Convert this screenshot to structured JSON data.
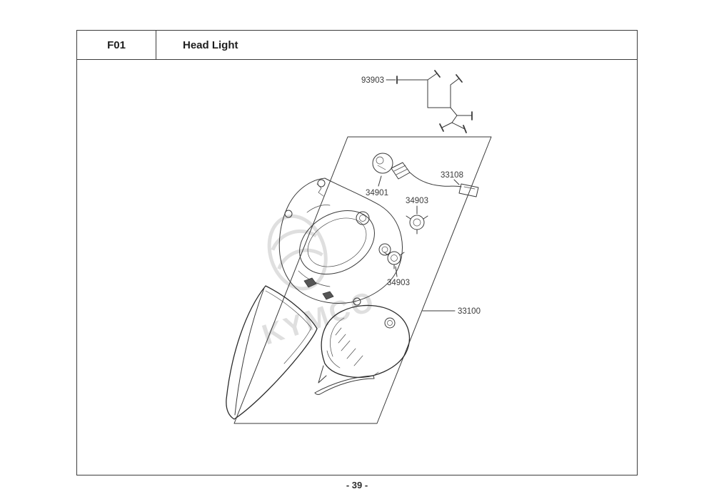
{
  "header": {
    "code": "F01",
    "title": "Head Light"
  },
  "footer": {
    "page_number": "- 39 -"
  },
  "watermark": {
    "text": "KYMCO"
  },
  "parts": {
    "harness": "93903",
    "bulb": "34901",
    "connector_wire": "33108",
    "socket_upper": "34903",
    "socket_lower": "34903",
    "assembly": "33100"
  },
  "colors": {
    "line": "#3a3a3a",
    "watermark": "#c6c6c6"
  }
}
